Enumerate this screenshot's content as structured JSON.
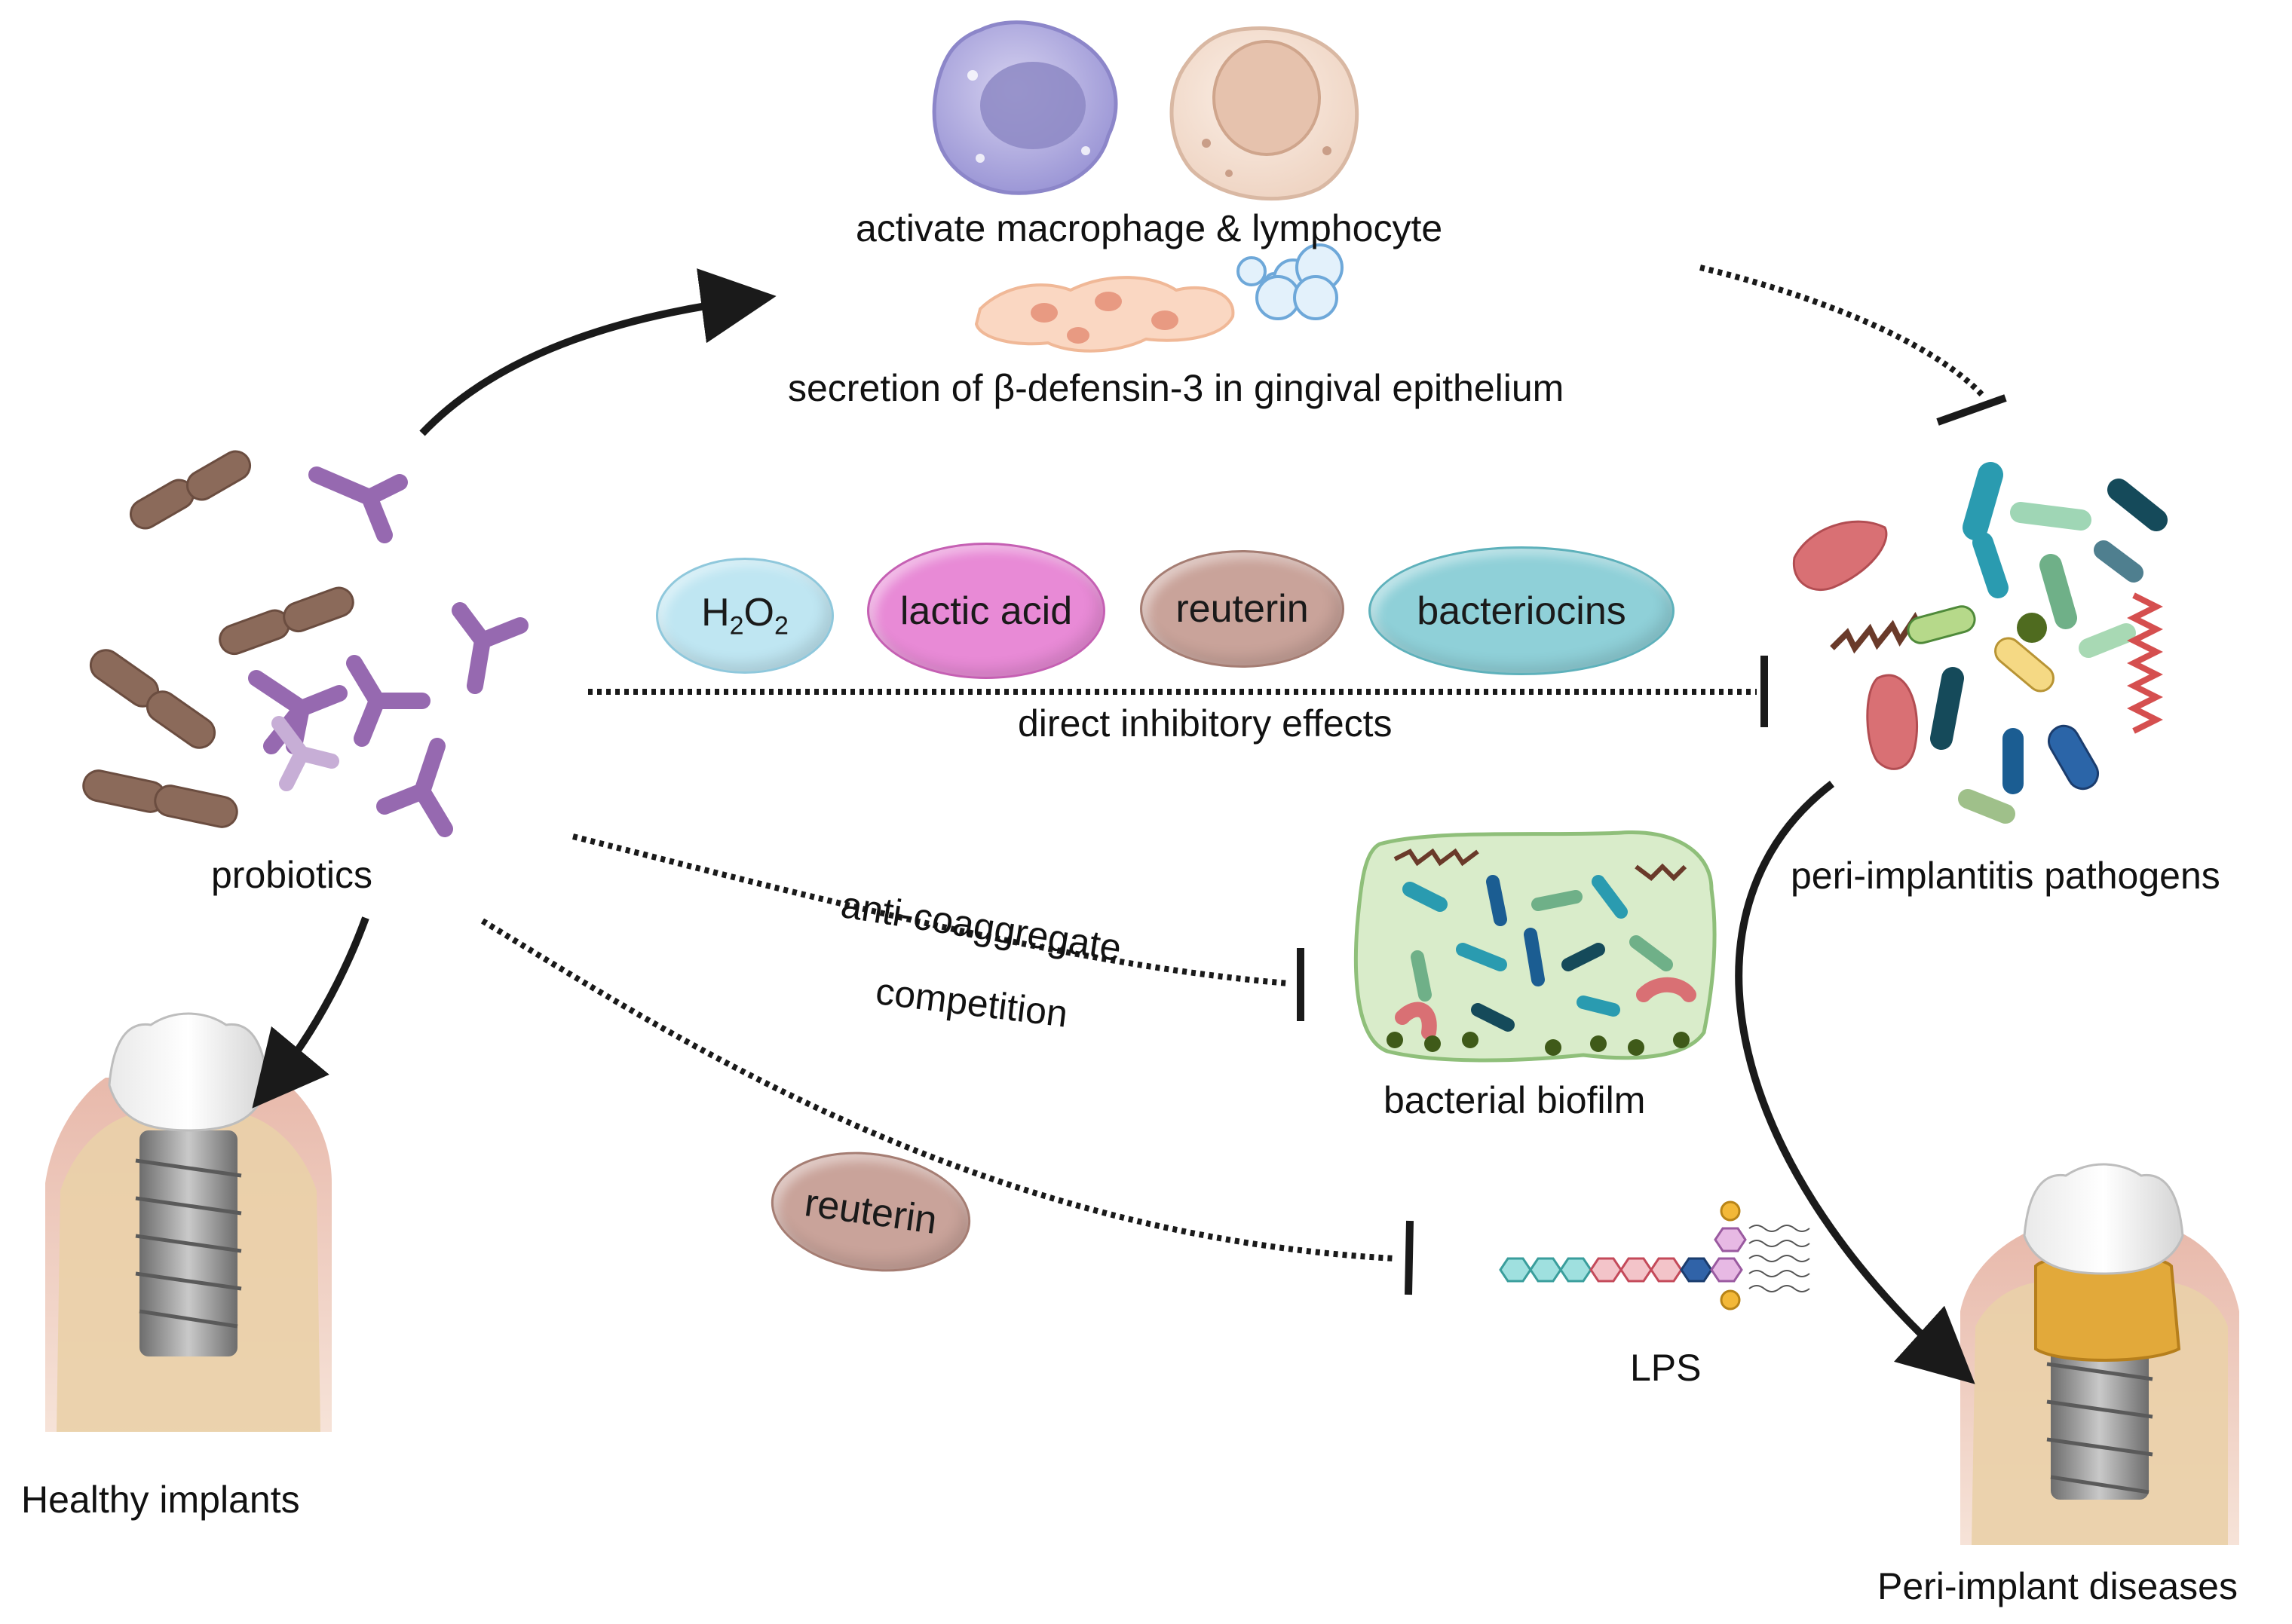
{
  "labels": {
    "top_activate": "activate  macrophage & lymphocyte",
    "top_secretion": "secretion of β-defensin-3 in gingival epithelium",
    "probiotics": "probiotics",
    "pathogens": "peri-implantitis pathogens",
    "direct": "direct inhibitory effects",
    "anti_coaggregate": "anti-coaggregate",
    "competition": "competition",
    "biofilm": "bacterial biofilm",
    "lps": "LPS",
    "healthy": "Healthy  implants",
    "disease": "Peri-implant diseases"
  },
  "pills": {
    "h2o2": {
      "base": "H",
      "sub1": "2",
      "mid": "O",
      "sub2": "2"
    },
    "lactic": "lactic acid",
    "reuterin": "reuterin",
    "bacteriocins": "bacteriocins",
    "reuterin2": "reuterin"
  },
  "colors": {
    "h2o2": "#bfe6f2",
    "lactic": "#e88ad6",
    "reuterin": "#c9a39a",
    "bacteriocins": "#8fd0d8",
    "arrow": "#1a1a1a"
  }
}
